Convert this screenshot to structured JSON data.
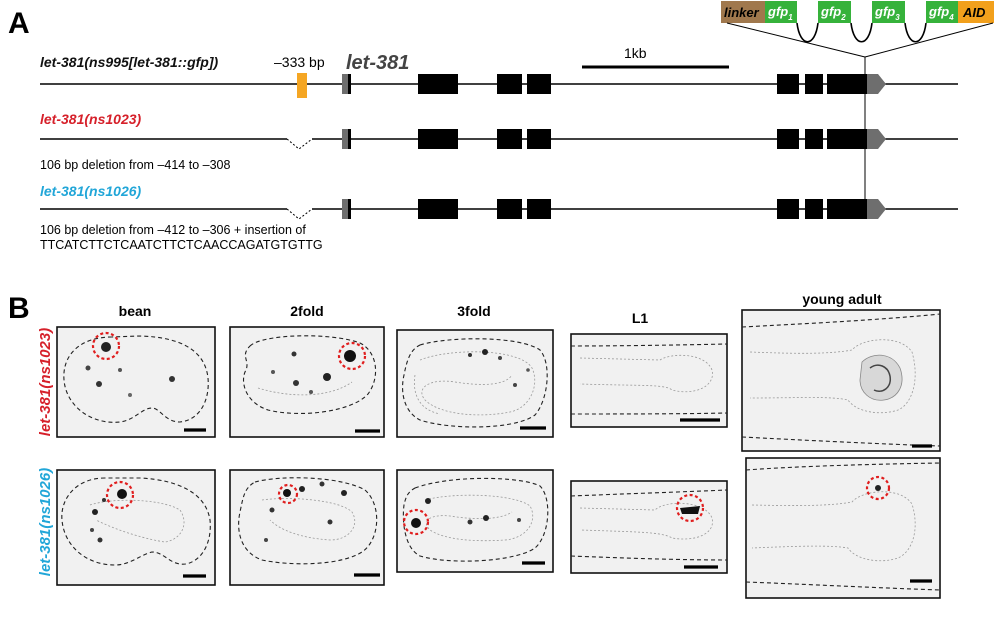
{
  "panel_a": {
    "label": "A",
    "gene_name": "let-381",
    "scalebar_label": "1kb",
    "position_label": "–333 bp",
    "alleles": [
      {
        "prefix": "let-381(",
        "name": "ns995[let-381::gfp]",
        "suffix": ")",
        "color": "#111111",
        "note": []
      },
      {
        "prefix": "let-381(",
        "name": "ns1023",
        "suffix": ")",
        "color": "#d6202a",
        "note": [
          "106 bp deletion from –414 to –308"
        ]
      },
      {
        "prefix": "let-381(",
        "name": "ns1026",
        "suffix": ")",
        "color": "#21a6d8",
        "note": [
          "106 bp deletion from –412 to –306 + insertion of",
          "TTCATCTTCTCAATCTTCTCAACCAGATGTGTTG"
        ]
      }
    ],
    "tag": {
      "linker": "linker",
      "gfp_base": "gfp",
      "gfp_subs": [
        "1",
        "2",
        "3",
        "4"
      ],
      "aid": "AID",
      "colors": {
        "linker": "#a0784d",
        "gfp": "#36b23b",
        "aid": "#f2a01c"
      }
    },
    "colors": {
      "insert": "#f5a623",
      "exon": "#000000",
      "utr": "#6e6e6e"
    }
  },
  "panel_b": {
    "label": "B",
    "columns": [
      "bean",
      "2fold",
      "3fold",
      "L1",
      "young adult"
    ],
    "rows": [
      {
        "prefix": "let-381(",
        "name": "ns1023",
        "suffix": ")",
        "color": "#d6202a"
      },
      {
        "prefix": "let-381(",
        "name": "ns1026",
        "suffix": ")",
        "color": "#21a6d8"
      }
    ]
  }
}
